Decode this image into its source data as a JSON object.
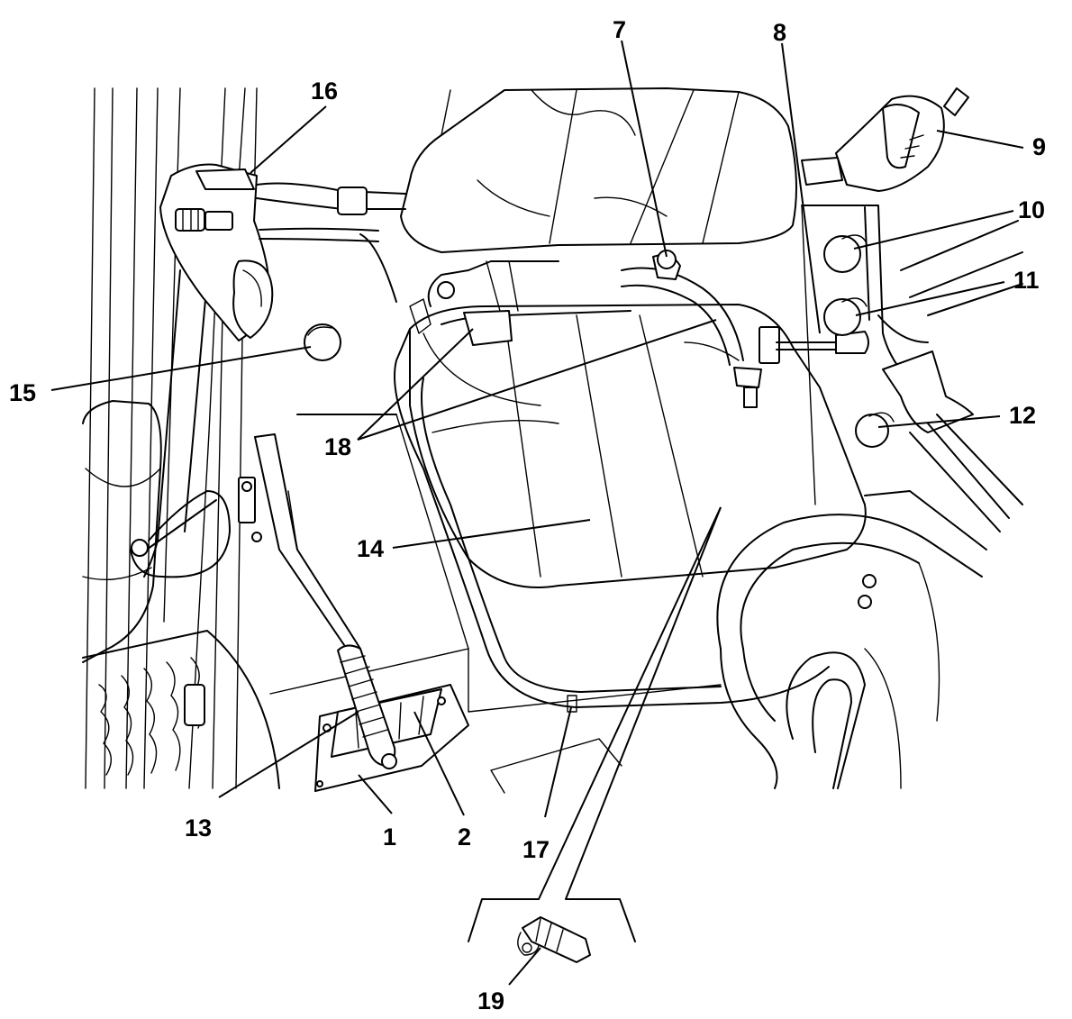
{
  "callouts": [
    {
      "id": "1",
      "label": "1"
    },
    {
      "id": "2",
      "label": "2"
    },
    {
      "id": "7",
      "label": "7"
    },
    {
      "id": "8",
      "label": "8"
    },
    {
      "id": "9",
      "label": "9"
    },
    {
      "id": "10",
      "label": "10"
    },
    {
      "id": "11",
      "label": "11"
    },
    {
      "id": "12",
      "label": "12"
    },
    {
      "id": "13",
      "label": "13"
    },
    {
      "id": "14",
      "label": "14"
    },
    {
      "id": "15",
      "label": "15"
    },
    {
      "id": "16",
      "label": "16"
    },
    {
      "id": "17",
      "label": "17"
    },
    {
      "id": "18",
      "label": "18"
    },
    {
      "id": "19",
      "label": "19"
    }
  ]
}
